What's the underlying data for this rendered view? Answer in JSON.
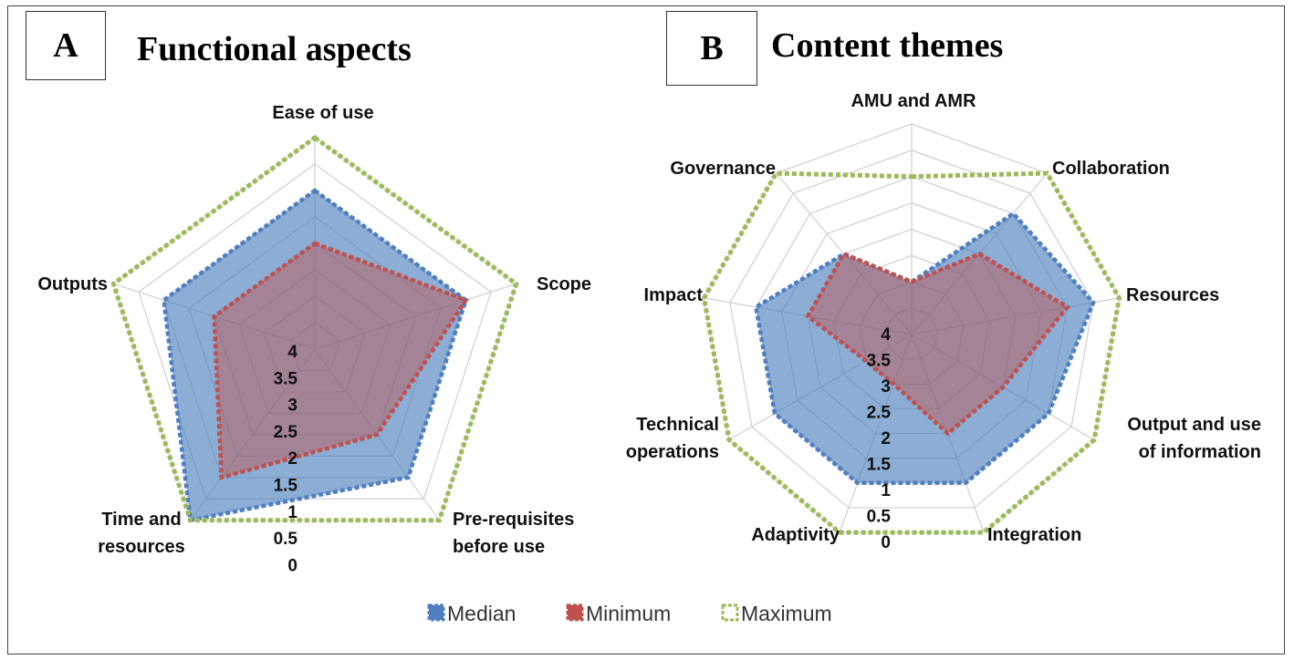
{
  "panels": {
    "a": {
      "letter": "A",
      "title": "Functional aspects"
    },
    "b": {
      "letter": "B",
      "title": "Content themes"
    }
  },
  "colors": {
    "median": "#4f7fc0",
    "minimum": "#c0504d",
    "maximum": "#9bbb59",
    "grid": "#cfcfcf"
  },
  "chart_data": [
    {
      "type": "radar",
      "title": "Functional aspects",
      "categories": [
        "Ease of use",
        "Scope",
        "Pre-requisites before use",
        "Time and resources",
        "Outputs"
      ],
      "category_lines": [
        [
          "Ease of use"
        ],
        [
          "Scope"
        ],
        [
          "Pre-requisites",
          "before use"
        ],
        [
          "Time and",
          "resources"
        ],
        [
          "Outputs"
        ]
      ],
      "ticks": [
        "0",
        "0.5",
        "1",
        "1.5",
        "2",
        "2.5",
        "3",
        "3.5",
        "4"
      ],
      "rlim": [
        0,
        4
      ],
      "series": [
        {
          "name": "Median",
          "values": [
            3,
            3,
            3,
            4,
            3
          ]
        },
        {
          "name": "Minimum",
          "values": [
            2,
            3,
            2,
            3,
            2
          ]
        },
        {
          "name": "Maximum",
          "values": [
            4,
            4,
            4,
            4,
            4
          ]
        }
      ]
    },
    {
      "type": "radar",
      "title": "Content themes",
      "categories": [
        "AMU and AMR",
        "Collaboration",
        "Resources",
        "Output and use of information",
        "Integration",
        "Adaptivity",
        "Technical operations",
        "Impact",
        "Governance"
      ],
      "category_lines": [
        [
          "AMU and AMR"
        ],
        [
          "Collaboration"
        ],
        [
          "Resources"
        ],
        [
          "Output and use",
          "of information"
        ],
        [
          "Integration"
        ],
        [
          "Adaptivity"
        ],
        [
          "Technical",
          "operations"
        ],
        [
          "Impact"
        ],
        [
          "Governance"
        ]
      ],
      "ticks": [
        "0",
        "0.5",
        "1",
        "1.5",
        "2",
        "2.5",
        "3",
        "3.5",
        "4"
      ],
      "rlim": [
        0,
        4
      ],
      "series": [
        {
          "name": "Median",
          "values": [
            1,
            3,
            3.5,
            3,
            3,
            3,
            3,
            3,
            2
          ]
        },
        {
          "name": "Minimum",
          "values": [
            1,
            2,
            3,
            2,
            2,
            1,
            1,
            2,
            2
          ]
        },
        {
          "name": "Maximum",
          "values": [
            3,
            4,
            4,
            4,
            4,
            4,
            4,
            4,
            4
          ]
        }
      ]
    }
  ],
  "legend": {
    "items": [
      "Median",
      "Minimum",
      "Maximum"
    ],
    "position": "bottom-center"
  }
}
